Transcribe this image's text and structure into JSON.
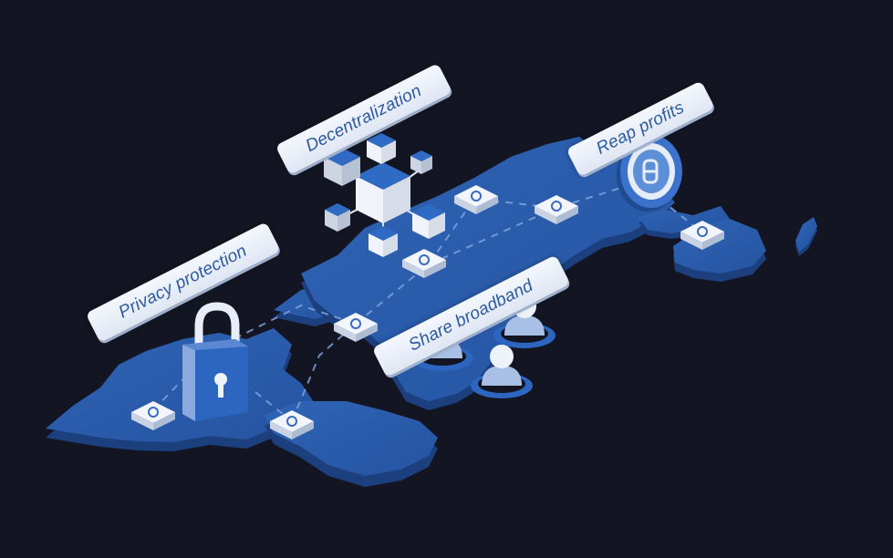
{
  "scene": {
    "description": "Isometric world map illustration with network nodes",
    "background_color": "#131522",
    "map_color": "#2a5cae",
    "map_edge_color": "#1f4a90",
    "node_color": "#eef2f9",
    "accent_color": "#2f6bc4"
  },
  "labels": {
    "decentralization": "Decentralization",
    "reap_profits": "Reap profits",
    "privacy_protection": "Privacy protection",
    "share_broadband": "Share broadband"
  },
  "icons": {
    "lock": "padlock-icon",
    "coin": "coin-icon",
    "blockchain": "cube-cluster-icon",
    "users": "user-group-icon",
    "node": "network-node-icon"
  }
}
